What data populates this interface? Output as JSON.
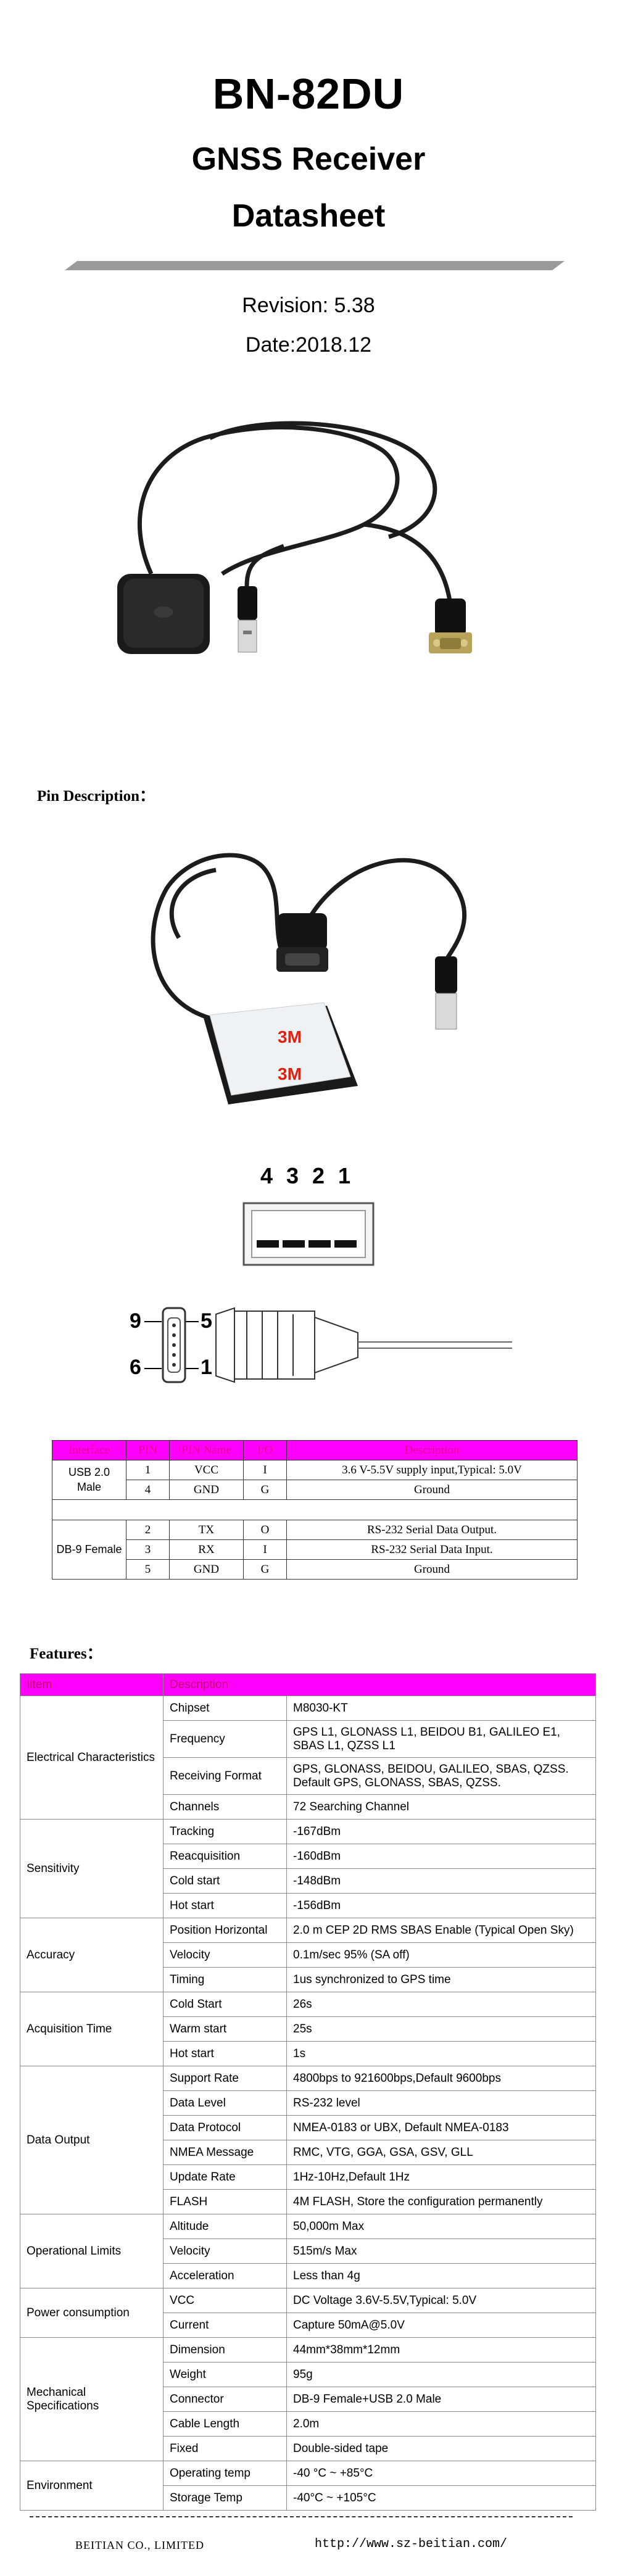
{
  "header": {
    "model": "BN-82DU",
    "subtitle": "GNSS Receiver",
    "doc_type": "Datasheet",
    "revision": "Revision: 5.38",
    "date": "Date:2018.12"
  },
  "pin_section": {
    "heading": "Pin Description：",
    "usb_pin_numbers": [
      "4",
      "3",
      "2",
      "1"
    ],
    "db9_labels": {
      "top_left": "9",
      "top_right": "5",
      "bottom_left": "6",
      "bottom_right": "1"
    },
    "table": {
      "headers": [
        "Interface",
        "PIN",
        "PIN Name",
        "I/O",
        "Description"
      ],
      "usb_group": "USB 2.0 Male",
      "usb_rows": [
        {
          "pin": "1",
          "name": "VCC",
          "io": "I",
          "desc": "3.6 V-5.5V supply input,Typical: 5.0V"
        },
        {
          "pin": "4",
          "name": "GND",
          "io": "G",
          "desc": "Ground"
        }
      ],
      "db9_group": "DB-9 Female",
      "db9_rows": [
        {
          "pin": "2",
          "name": "TX",
          "io": "O",
          "desc": "RS-232 Serial Data Output."
        },
        {
          "pin": "3",
          "name": "RX",
          "io": "I",
          "desc": "RS-232 Serial Data Input."
        },
        {
          "pin": "5",
          "name": "GND",
          "io": "G",
          "desc": "Ground"
        }
      ]
    }
  },
  "features": {
    "heading": "Features：",
    "headers": [
      "Iitem",
      "Description"
    ],
    "groups": [
      {
        "name": "Electrical Characteristics",
        "rows": [
          {
            "param": "Chipset",
            "value": "M8030-KT"
          },
          {
            "param": "Frequency",
            "value": "GPS L1, GLONASS L1, BEIDOU B1, GALILEO E1, SBAS L1, QZSS L1"
          },
          {
            "param": "Receiving Format",
            "value": "GPS, GLONASS, BEIDOU, GALILEO, SBAS, QZSS. Default GPS, GLONASS, SBAS, QZSS."
          },
          {
            "param": "Channels",
            "value": "72 Searching Channel"
          }
        ]
      },
      {
        "name": "Sensitivity",
        "rows": [
          {
            "param": "Tracking",
            "value": "-167dBm"
          },
          {
            "param": "Reacquisition",
            "value": "-160dBm"
          },
          {
            "param": "Cold start",
            "value": "-148dBm"
          },
          {
            "param": "Hot start",
            "value": "-156dBm"
          }
        ]
      },
      {
        "name": "Accuracy",
        "rows": [
          {
            "param": "Position Horizontal",
            "value": "2.0 m CEP 2D RMS SBAS Enable (Typical Open Sky)"
          },
          {
            "param": "Velocity",
            "value": "0.1m/sec 95% (SA off)"
          },
          {
            "param": "Timing",
            "value": "1us synchronized to GPS time"
          }
        ]
      },
      {
        "name": "Acquisition Time",
        "rows": [
          {
            "param": "Cold Start",
            "value": "26s"
          },
          {
            "param": "Warm start",
            "value": "25s"
          },
          {
            "param": "Hot start",
            "value": "1s"
          }
        ]
      },
      {
        "name": "Data Output",
        "rows": [
          {
            "param": "Support Rate",
            "value": "4800bps to 921600bps,Default 9600bps"
          },
          {
            "param": "Data Level",
            "value": "RS-232 level"
          },
          {
            "param": "Data Protocol",
            "value": "NMEA-0183 or UBX, Default NMEA-0183"
          },
          {
            "param": "NMEA Message",
            "value": "RMC, VTG, GGA, GSA, GSV, GLL"
          },
          {
            "param": "Update Rate",
            "value": "1Hz-10Hz,Default 1Hz"
          },
          {
            "param": "FLASH",
            "value": "4M FLASH, Store the configuration permanently"
          }
        ]
      },
      {
        "name": "Operational Limits",
        "rows": [
          {
            "param": "Altitude",
            "value": "50,000m Max"
          },
          {
            "param": "Velocity",
            "value": "515m/s Max"
          },
          {
            "param": "Acceleration",
            "value": "Less than 4g"
          }
        ]
      },
      {
        "name": "Power consumption",
        "rows": [
          {
            "param": "VCC",
            "value": "DC Voltage 3.6V-5.5V,Typical: 5.0V"
          },
          {
            "param": "Current",
            "value": "Capture 50mA@5.0V"
          }
        ]
      },
      {
        "name": "Mechanical Specifications",
        "rows": [
          {
            "param": "Dimension",
            "value": "44mm*38mm*12mm"
          },
          {
            "param": "Weight",
            "value": "95g"
          },
          {
            "param": "Connector",
            "value": "DB-9 Female+USB 2.0 Male"
          },
          {
            "param": "Cable Length",
            "value": "2.0m"
          },
          {
            "param": "Fixed",
            "value": "Double-sided tape"
          }
        ]
      },
      {
        "name": "Environment",
        "rows": [
          {
            "param": "Operating temp",
            "value": "-40 °C ~ +85°C"
          },
          {
            "param": "Storage Temp",
            "value": "-40°C ~ +105°C"
          }
        ]
      }
    ]
  },
  "photo_labels": {
    "ground_plane_brand": "3M"
  },
  "footer": {
    "company": "BEITIAN CO., LIMITED",
    "url": "http://www.sz-beitian.com/"
  },
  "colors": {
    "table_header": "#ff00ff",
    "header_text": "#c0006a",
    "rule": "#9a9a9a"
  }
}
